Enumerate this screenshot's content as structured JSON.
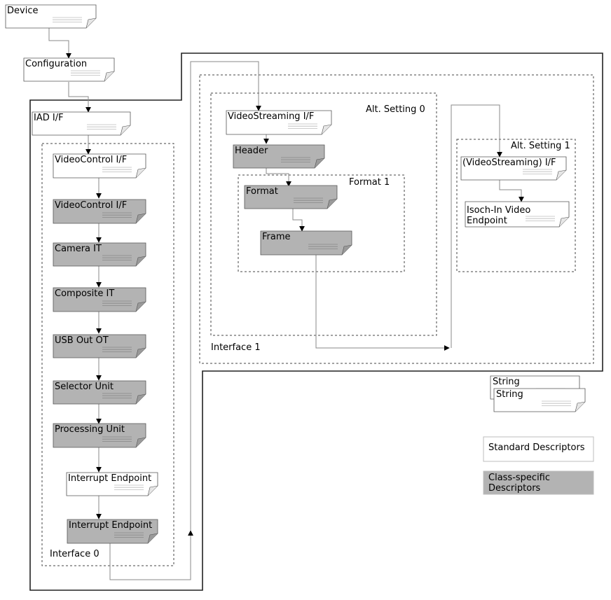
{
  "diagram": {
    "nodes": {
      "device": "Device",
      "configuration": "Configuration",
      "iad": "IAD I/F",
      "vc_std": "VideoControl I/F",
      "vc_cs": "VideoControl I/F",
      "camera_it": "Camera IT",
      "composite_it": "Composite IT",
      "usb_out_ot": "USB Out OT",
      "selector_unit": "Selector Unit",
      "processing_unit": "Processing Unit",
      "int_ep_std": "Interrupt Endpoint",
      "int_ep_cs": "Interrupt Endpoint",
      "vs_if": "VideoStreaming I/F",
      "header": "Header",
      "format": "Format",
      "frame": "Frame",
      "vs_alt1_if": "(VideoStreaming) I/F",
      "isoch_ep": "Isoch-In Video\nEndpoint",
      "string_a": "String",
      "string_b": "String"
    },
    "groups": {
      "interface0": "Interface 0",
      "interface1": "Interface 1",
      "alt0": "Alt. Setting 0",
      "alt1": "Alt. Setting 1",
      "format1": "Format 1"
    },
    "legend": {
      "standard": "Standard Descriptors",
      "class_specific": "Class-specific\nDescriptors"
    },
    "colors": {
      "standard_fill": "#ffffff",
      "class_fill": "#b3b3b3",
      "stroke": "#555555",
      "connector": "#8a8a8a",
      "arrow": "#000000"
    }
  }
}
